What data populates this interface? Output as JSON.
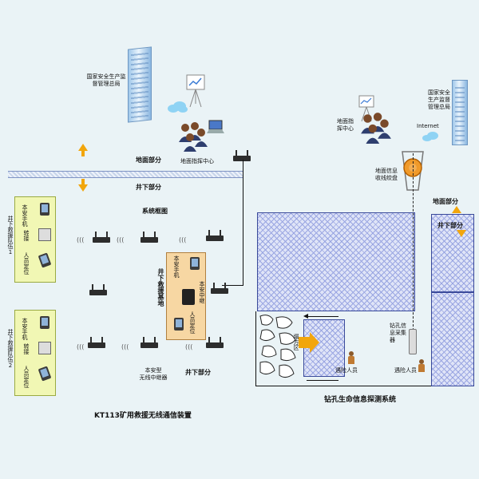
{
  "labels": {
    "admin_bureau_left": "国家安全生产监督管理总局",
    "dispatch_center_left": "地面指挥中心",
    "surface_left": "地面部分",
    "underground_left": "井下部分",
    "system_diagram": "系统框图",
    "base_station_title": "井下救援基地",
    "base_phone": "本安手机",
    "base_repeater": "本安中继",
    "base_locator": "人员定位",
    "lower_repeater": "本安型\n无线中继器",
    "underground_lower": "井下部分",
    "rescuer_1": "井下救援队伍1",
    "rescuer_2": "井下救援队伍2",
    "item_phone": "本安手机",
    "item_pc": "转接",
    "item_locator": "人员定位",
    "caption_left": "KT113矿用救援无线通信装置",
    "admin_bureau_right": "国家安全生产监督管理总局",
    "dispatch_center_right": "地面指挥中心",
    "internet": "Internet",
    "drill_winch": "地面信息收线绞盘",
    "surface_right": "地面部分",
    "underground_right": "井下部分",
    "collapse": "塌方区",
    "drill_probe": "钻孔信息采集器",
    "trapped_1": "遇险人员",
    "trapped_2": "遇险人员",
    "caption_right": "钻孔生命信息探测系统"
  },
  "colors": {
    "accent": "#f2a60c",
    "panel": "#f1f7b4",
    "zone": "#dfe4f7",
    "base": "#f7d7a3"
  }
}
